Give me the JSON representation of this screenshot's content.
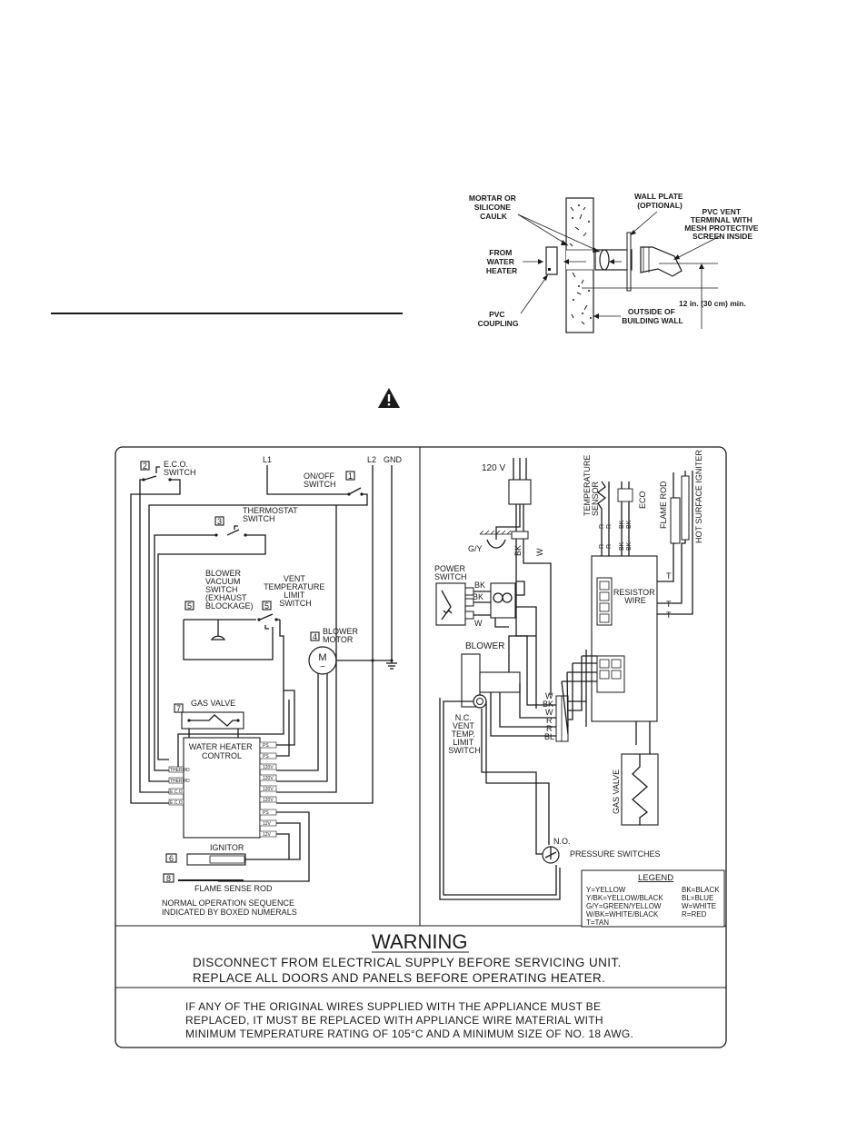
{
  "vent_figure": {
    "mortar_label": [
      "MORTAR OR",
      "SILICONE",
      "CAULK"
    ],
    "from_heater_label": [
      "FROM",
      "WATER",
      "HEATER"
    ],
    "coupling_label": [
      "PVC",
      "COUPLING"
    ],
    "wall_plate_label": [
      "WALL PLATE",
      "(OPTIONAL)"
    ],
    "terminal_label": [
      "PVC VENT",
      "TERMINAL WITH",
      "MESH PROTECTIVE",
      "SCREEN  INSIDE"
    ],
    "clearance_label": "12 in. (30 cm) min.",
    "outside_label": [
      "OUTSIDE OF",
      "BUILDING WALL"
    ]
  },
  "left_panel": {
    "eco_number": "2",
    "eco_label": [
      "E.C.O.",
      "SWITCH"
    ],
    "l1": "L1",
    "l2": "L2",
    "gnd": "GND",
    "onoff_number": "1",
    "onoff_label": [
      "ON/OFF",
      "SWITCH"
    ],
    "thermostat_number": "3",
    "thermostat_label": [
      "THERMOSTAT",
      "SWITCH"
    ],
    "blower_vac_label": [
      "BLOWER",
      "VACUUM",
      "SWITCH",
      "(EXHAUST",
      "BLOCKAGE)"
    ],
    "blower_vac_number": "5",
    "vent_temp_label": [
      "VENT",
      "TEMPERATURE",
      "LIMIT",
      "SWITCH"
    ],
    "vent_temp_number": "5",
    "blower_motor_number": "4",
    "blower_motor_label": [
      "BLOWER",
      "MOTOR"
    ],
    "motor_symbol": "M",
    "motor_tilde": "~",
    "gas_valve_number": "7",
    "gas_valve_label": "GAS VALVE",
    "control_label": [
      "WATER HEATER",
      "CONTROL"
    ],
    "control_left_pins": [
      "THERMO",
      "THERMO",
      "E.C.O.",
      "E.C.O."
    ],
    "control_right_pins": [
      "PS",
      "PS",
      "120V",
      "120V",
      "120V",
      "120V",
      "PS",
      "12V",
      "12V"
    ],
    "ignitor_number": "6",
    "ignitor_label": "IGNITOR",
    "flame_number": "8",
    "flame_label": "FLAME SENSE ROD",
    "footnote": [
      "NORMAL OPERATION SEQUENCE",
      "INDICATED BY BOXED NUMERALS"
    ]
  },
  "right_panel": {
    "volts": "120 V",
    "gy": "G/Y",
    "bk": "BK",
    "w": "W",
    "temp_sensor_label": [
      "TEMPERATURE",
      "SENSOR"
    ],
    "eco_label": "ECO",
    "flame_rod_label": "FLAME ROD",
    "igniter_label": "HOT SURFACE IGNITER",
    "power_switch_label": [
      "POWER",
      "SWITCH"
    ],
    "resistor_label": [
      "RESISTOR",
      "WIRE"
    ],
    "blower_label": "BLOWER",
    "nc_label": [
      "N.C.",
      "VENT",
      "TEMP.",
      "LIMIT",
      "SWITCH"
    ],
    "terminal_wires": [
      "W",
      "BK",
      "W",
      "R",
      "R",
      "BL"
    ],
    "sensor_wires": [
      "R",
      "R",
      "BK",
      "BK"
    ],
    "t_label": "T",
    "gas_valve_label": "GAS VALVE",
    "no_label": "N.O.",
    "pressure_label": "PRESSURE SWITCHES",
    "legend_title": "LEGEND",
    "legend_left": [
      "Y=YELLOW",
      "Y/BK=YELLOW/BLACK",
      "G/Y=GREEN/YELLOW",
      "W/BK=WHITE/BLACK",
      "T=TAN"
    ],
    "legend_right": [
      "BK=BLACK",
      "BL=BLUE",
      "W=WHITE",
      "R=RED"
    ]
  },
  "warning": {
    "title": "WARNING",
    "line1": "DISCONNECT FROM ELECTRICAL SUPPLY BEFORE SERVICING UNIT.",
    "line2": "REPLACE ALL DOORS AND PANELS BEFORE OPERATING HEATER."
  },
  "note": {
    "line1": "IF ANY OF THE ORIGINAL WIRES SUPPLIED WITH THE APPLIANCE MUST BE",
    "line2": "REPLACED, IT MUST BE REPLACED WITH APPLIANCE WIRE MATERIAL WITH",
    "line3": "MINIMUM TEMPERATURE RATING OF 105°C AND A MINIMUM SIZE OF NO. 18 AWG."
  }
}
